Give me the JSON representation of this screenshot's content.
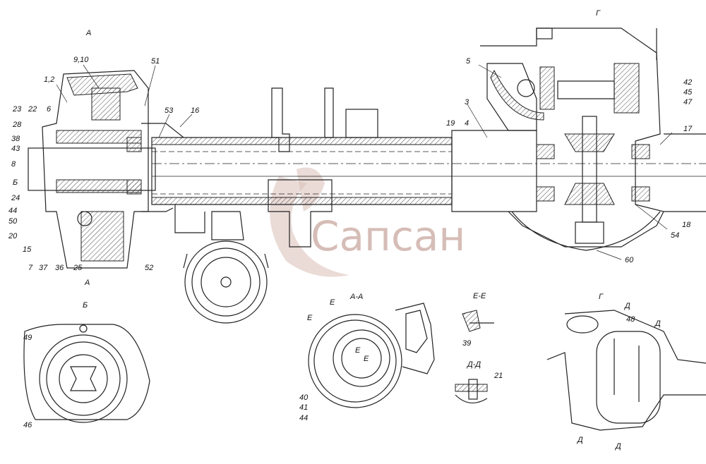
{
  "watermark": "Сапсан",
  "callouts": [
    {
      "id": "c1",
      "text": "1,2"
    },
    {
      "id": "c2",
      "text": "9,10"
    },
    {
      "id": "c3",
      "text": "51"
    },
    {
      "id": "c4",
      "text": "53"
    },
    {
      "id": "c5",
      "text": "16"
    },
    {
      "id": "c6",
      "text": "23"
    },
    {
      "id": "c7",
      "text": "22"
    },
    {
      "id": "c8",
      "text": "6"
    },
    {
      "id": "c9",
      "text": "28"
    },
    {
      "id": "c10",
      "text": "38"
    },
    {
      "id": "c11",
      "text": "43"
    },
    {
      "id": "c12",
      "text": "8"
    },
    {
      "id": "c13",
      "text": "24"
    },
    {
      "id": "c14",
      "text": "44"
    },
    {
      "id": "c15",
      "text": "50"
    },
    {
      "id": "c16",
      "text": "20"
    },
    {
      "id": "c17",
      "text": "15"
    },
    {
      "id": "c18",
      "text": "7"
    },
    {
      "id": "c19",
      "text": "37"
    },
    {
      "id": "c20",
      "text": "36"
    },
    {
      "id": "c21",
      "text": "25"
    },
    {
      "id": "c22",
      "text": "52"
    },
    {
      "id": "c23",
      "text": "5"
    },
    {
      "id": "c24",
      "text": "3"
    },
    {
      "id": "c25",
      "text": "19"
    },
    {
      "id": "c26",
      "text": "4"
    },
    {
      "id": "c27",
      "text": "42"
    },
    {
      "id": "c28",
      "text": "45"
    },
    {
      "id": "c29",
      "text": "47"
    },
    {
      "id": "c30",
      "text": "17"
    },
    {
      "id": "c31",
      "text": "18"
    },
    {
      "id": "c32",
      "text": "54"
    },
    {
      "id": "c33",
      "text": "60"
    },
    {
      "id": "c34",
      "text": "49"
    },
    {
      "id": "c35",
      "text": "46"
    },
    {
      "id": "c36",
      "text": "40"
    },
    {
      "id": "c37",
      "text": "41"
    },
    {
      "id": "c38",
      "text": "44"
    },
    {
      "id": "c39",
      "text": "39"
    },
    {
      "id": "c40",
      "text": "21"
    },
    {
      "id": "c41",
      "text": "48"
    }
  ],
  "sections": [
    {
      "id": "s1",
      "text": "А"
    },
    {
      "id": "s2",
      "text": "А"
    },
    {
      "id": "s3",
      "text": "Б"
    },
    {
      "id": "s4",
      "text": "Г"
    },
    {
      "id": "s5",
      "text": "Б"
    },
    {
      "id": "s6",
      "text": "А-А"
    },
    {
      "id": "s7",
      "text": "Е"
    },
    {
      "id": "s8",
      "text": "Е"
    },
    {
      "id": "s9",
      "text": "Е"
    },
    {
      "id": "s10",
      "text": "Е"
    },
    {
      "id": "s11",
      "text": "Е-Е"
    },
    {
      "id": "s12",
      "text": "Д-Д"
    },
    {
      "id": "s13",
      "text": "Г"
    },
    {
      "id": "s14",
      "text": "Д"
    },
    {
      "id": "s15",
      "text": "Д"
    },
    {
      "id": "s16",
      "text": "Д"
    },
    {
      "id": "s17",
      "text": "Д"
    }
  ]
}
